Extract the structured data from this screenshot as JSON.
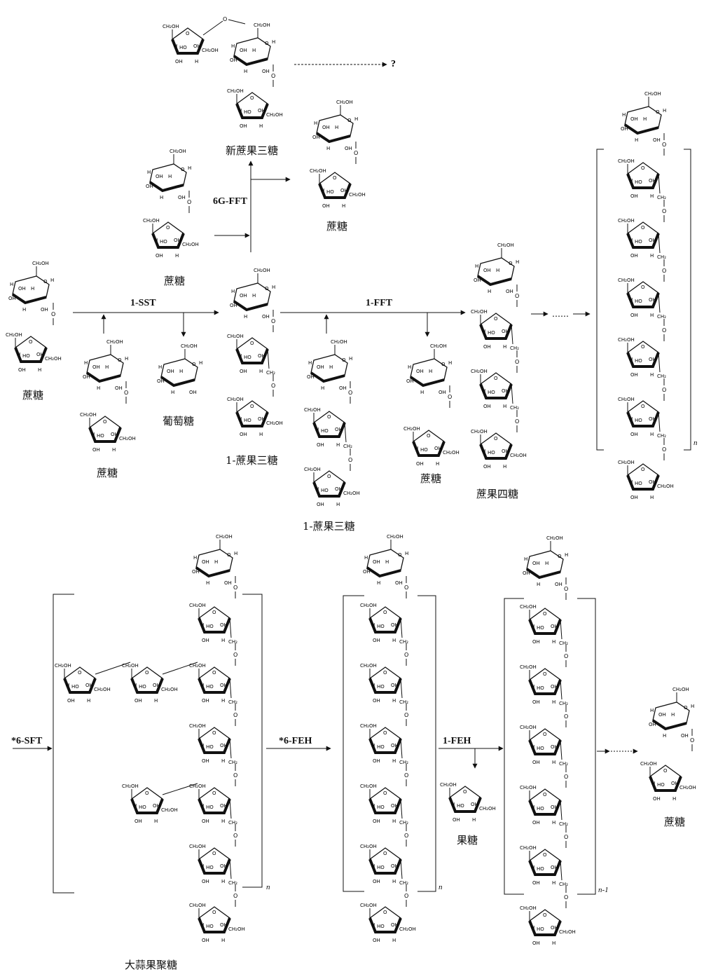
{
  "labels": {
    "neokestose": "新蔗果三糖",
    "sucrose": "蔗糖",
    "kestose": "1-蔗果三糖",
    "glucose": "葡萄糖",
    "nystose": "蔗果四糖",
    "fructose": "果糖",
    "garlic_fructan": "大蒜果聚糖",
    "question": "?"
  },
  "enzymes": {
    "g6fft": "6G-FFT",
    "sst": "1-SST",
    "fft": "1-FFT",
    "sft": "*6-SFT",
    "feh6": "*6-FEH",
    "feh1": "1-FEH"
  },
  "repeat_index": {
    "n": "n",
    "n_minus_1": "n-1"
  }
}
